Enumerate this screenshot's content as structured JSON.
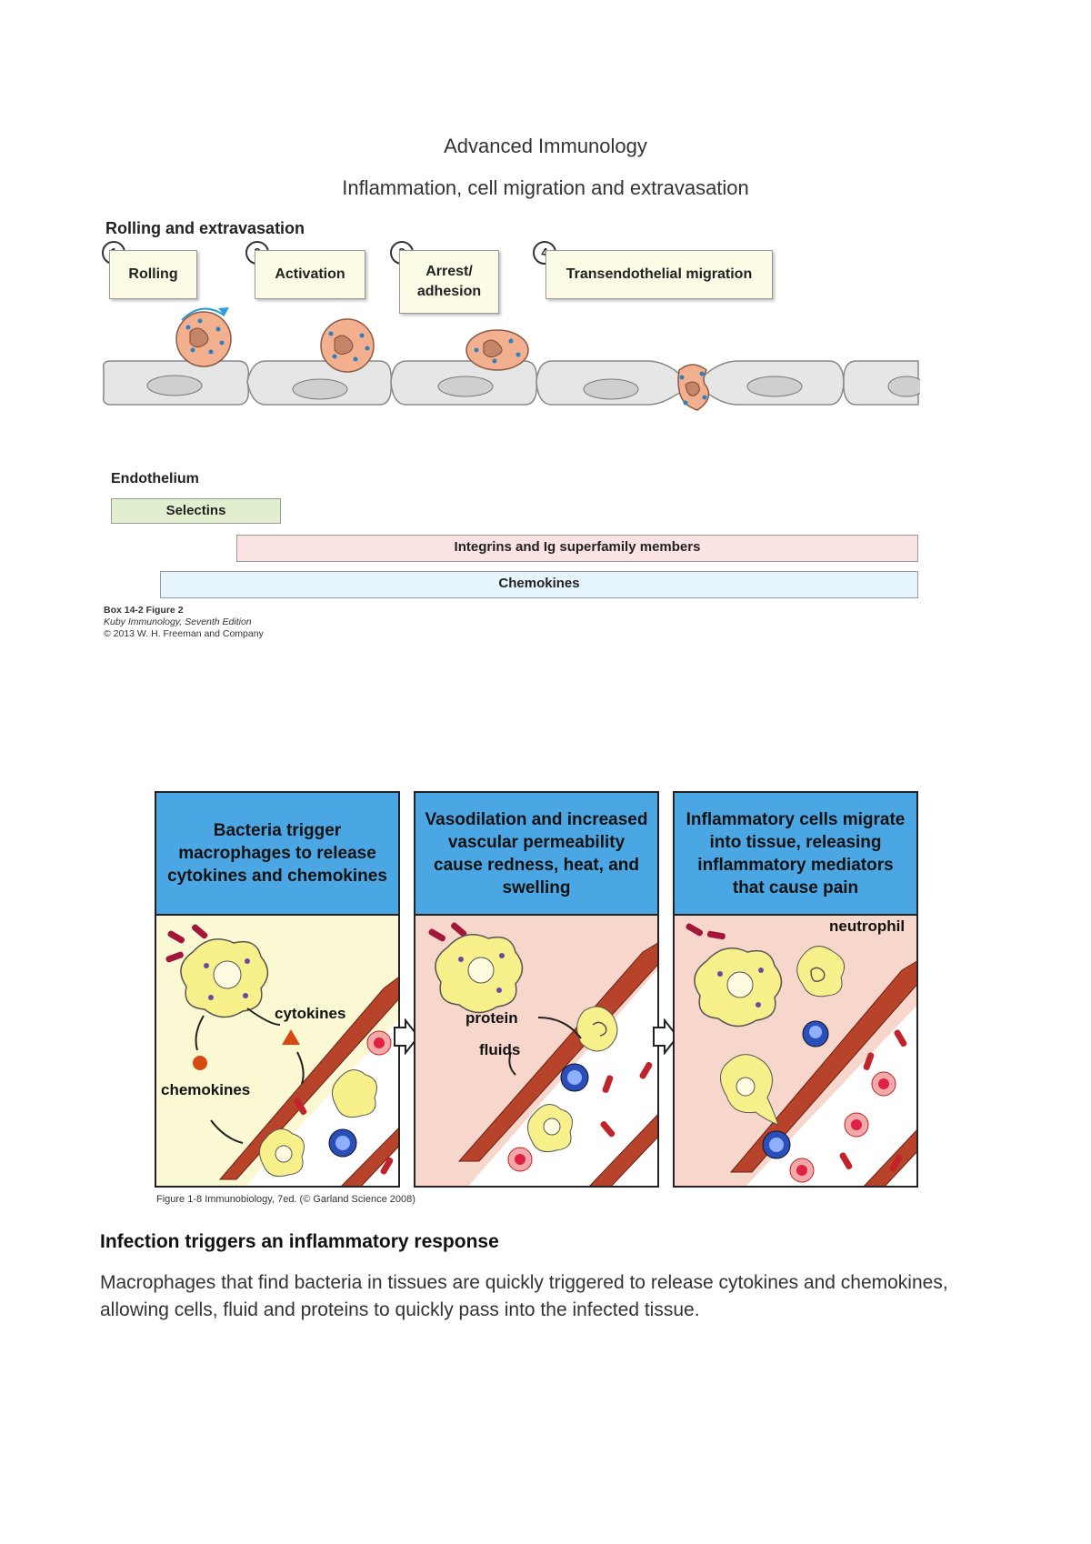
{
  "document": {
    "title": "Advanced Immunology",
    "subtitle": "Inflammation, cell migration and extravasation"
  },
  "figure1": {
    "heading": "Rolling and extravasation",
    "steps": [
      {
        "number": "1",
        "label": "Rolling"
      },
      {
        "number": "2",
        "label": "Activation"
      },
      {
        "number": "3",
        "label": "Arrest/ adhesion"
      },
      {
        "number": "4",
        "label": "Transendothelial migration"
      }
    ],
    "endothelium_label": "Endothelium",
    "bands": {
      "selectins": "Selectins",
      "integrins": "Integrins and Ig superfamily members",
      "chemokines": "Chemokines"
    },
    "caption": {
      "line1": "Box 14-2 Figure 2",
      "line2": "Kuby Immunology, Seventh Edition",
      "line3": "© 2013 W. H. Freeman and Company"
    },
    "colors": {
      "selectins": "#e2efcf",
      "integrins": "#fbe3e3",
      "chemokines": "#e6f4fb",
      "endothelium": "#e6e6e6",
      "leukocyte": "#f2b08f"
    }
  },
  "figure2": {
    "panels": [
      {
        "heading": "Bacteria trigger macrophages to release cytokines and chemokines",
        "labels": {
          "cytokines": "cytokines",
          "chemokines": "chemokines"
        }
      },
      {
        "heading": "Vasodilation and increased vascular permeability cause redness, heat, and swelling",
        "labels": {
          "protein": "protein",
          "fluids": "fluids"
        }
      },
      {
        "heading": "Inflammatory cells migrate into tissue, releasing inflammatory mediators that cause pain",
        "labels": {
          "neutrophil": "neutrophil"
        }
      }
    ],
    "caption": "Figure 1-8 Immunobiology, 7ed. (© Garland Science 2008)",
    "colors": {
      "header": "#4aa7e4",
      "tissue_panel1": "#fbf9d4",
      "tissue_inflamed": "#f7d7cc",
      "macrophage": "#f8f08a",
      "vessel_wall": "#b8432b"
    }
  },
  "section": {
    "heading": "Infection triggers an inflammatory response",
    "body": "Macrophages that find bacteria in tissues are quickly triggered to release cytokines and chemokines, allowing cells, fluid and proteins to quickly pass into the infected tissue."
  }
}
